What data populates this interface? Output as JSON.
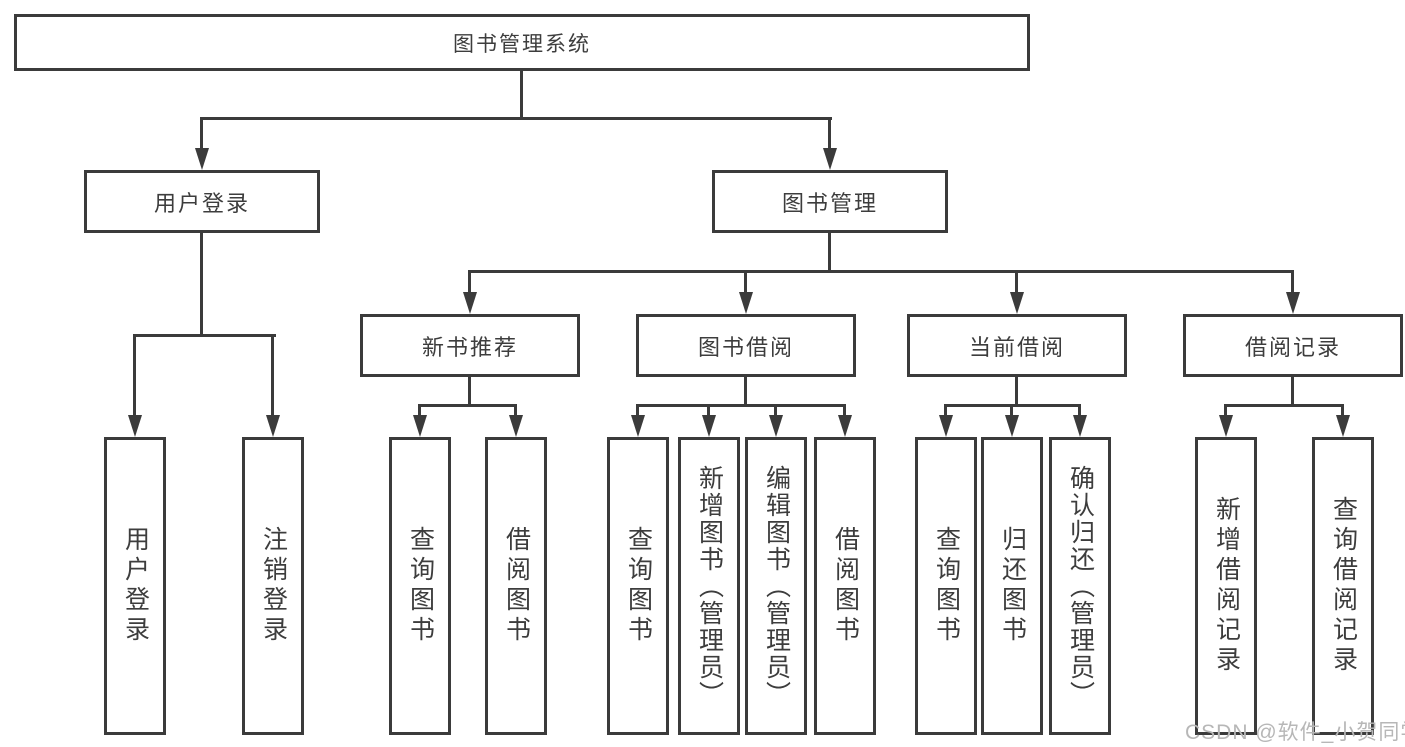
{
  "tree": {
    "root": "图书管理系统",
    "branches": [
      {
        "label": "用户登录",
        "children": [
          "用户登录",
          "注销登录"
        ]
      },
      {
        "label": "图书管理",
        "sections": [
          {
            "label": "新书推荐",
            "children": [
              "查询图书",
              "借阅图书"
            ]
          },
          {
            "label": "图书借阅",
            "children": [
              "查询图书",
              "新增图书（管理员）",
              "编辑图书（管理员）",
              "借阅图书"
            ]
          },
          {
            "label": "当前借阅",
            "children": [
              "查询图书",
              "归还图书",
              "确认归还（管理员）"
            ]
          },
          {
            "label": "借阅记录",
            "children": [
              "新增借阅记录",
              "查询借阅记录"
            ]
          }
        ]
      }
    ]
  },
  "watermark": "CSDN @软件_小贺同学",
  "colors": {
    "line": "#3b3b3b",
    "text": "#3d3d3d",
    "background": "#ffffff",
    "watermark": "#b7b7b7"
  }
}
